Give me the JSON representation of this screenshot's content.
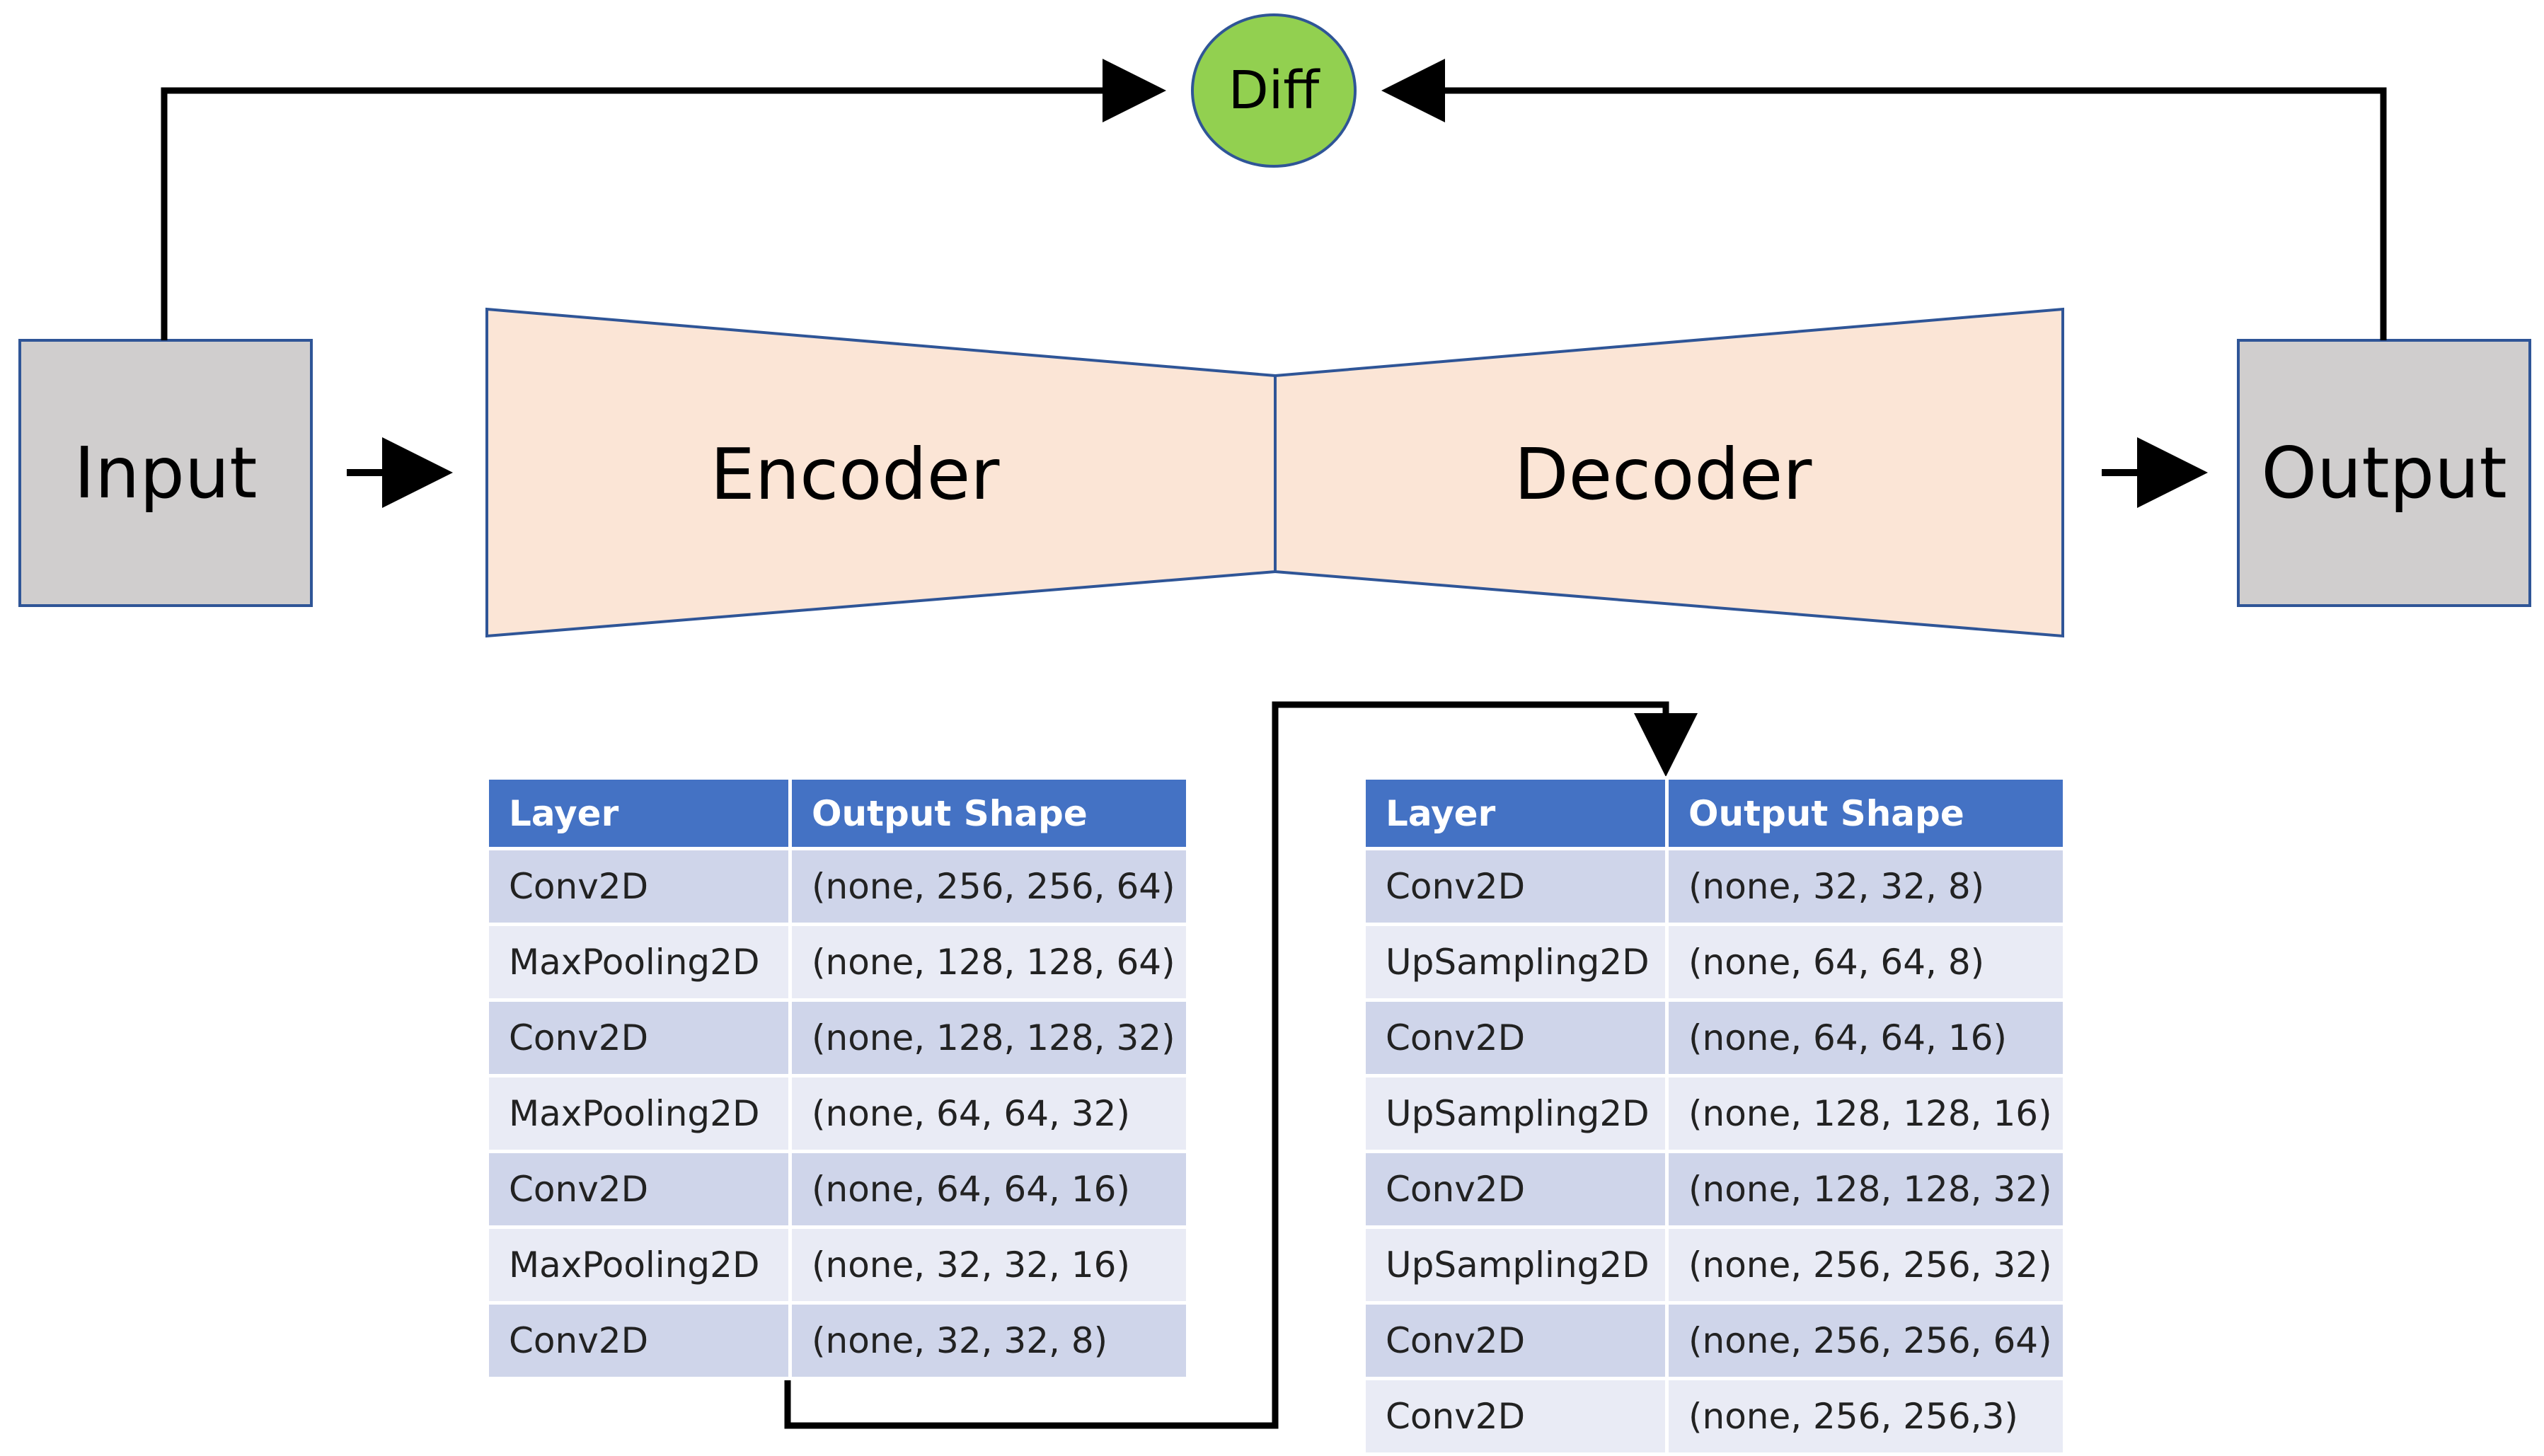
{
  "diagram": {
    "input_label": "Input",
    "output_label": "Output",
    "encoder_label": "Encoder",
    "decoder_label": "Decoder",
    "diff_label": "Diff"
  },
  "colors": {
    "box_fill": "#d0cece",
    "box_stroke": "#2f5597",
    "trapezoid_fill": "#fbe5d6",
    "trapezoid_stroke": "#2f5597",
    "diff_fill": "#92d050",
    "diff_stroke": "#2f5597",
    "header_fill": "#4472c4",
    "row_dark": "#cfd5ea",
    "row_light": "#e9ebf5"
  },
  "encoder_table": {
    "headers": [
      "Layer",
      "Output Shape"
    ],
    "rows": [
      [
        "Conv2D",
        "(none, 256, 256, 64)"
      ],
      [
        "MaxPooling2D",
        "(none, 128, 128, 64)"
      ],
      [
        "Conv2D",
        "(none, 128, 128, 32)"
      ],
      [
        "MaxPooling2D",
        "(none, 64, 64, 32)"
      ],
      [
        "Conv2D",
        "(none, 64, 64, 16)"
      ],
      [
        "MaxPooling2D",
        "(none, 32, 32, 16)"
      ],
      [
        "Conv2D",
        "(none, 32, 32, 8)"
      ]
    ]
  },
  "decoder_table": {
    "headers": [
      "Layer",
      "Output Shape"
    ],
    "rows": [
      [
        "Conv2D",
        "(none, 32, 32, 8)"
      ],
      [
        "UpSampling2D",
        "(none, 64, 64, 8)"
      ],
      [
        "Conv2D",
        "(none, 64, 64, 16)"
      ],
      [
        "UpSampling2D",
        "(none, 128, 128, 16)"
      ],
      [
        "Conv2D",
        "(none, 128, 128, 32)"
      ],
      [
        "UpSampling2D",
        "(none, 256, 256, 32)"
      ],
      [
        "Conv2D",
        "(none, 256, 256, 64)"
      ],
      [
        "Conv2D",
        "(none, 256, 256,3)"
      ]
    ]
  }
}
